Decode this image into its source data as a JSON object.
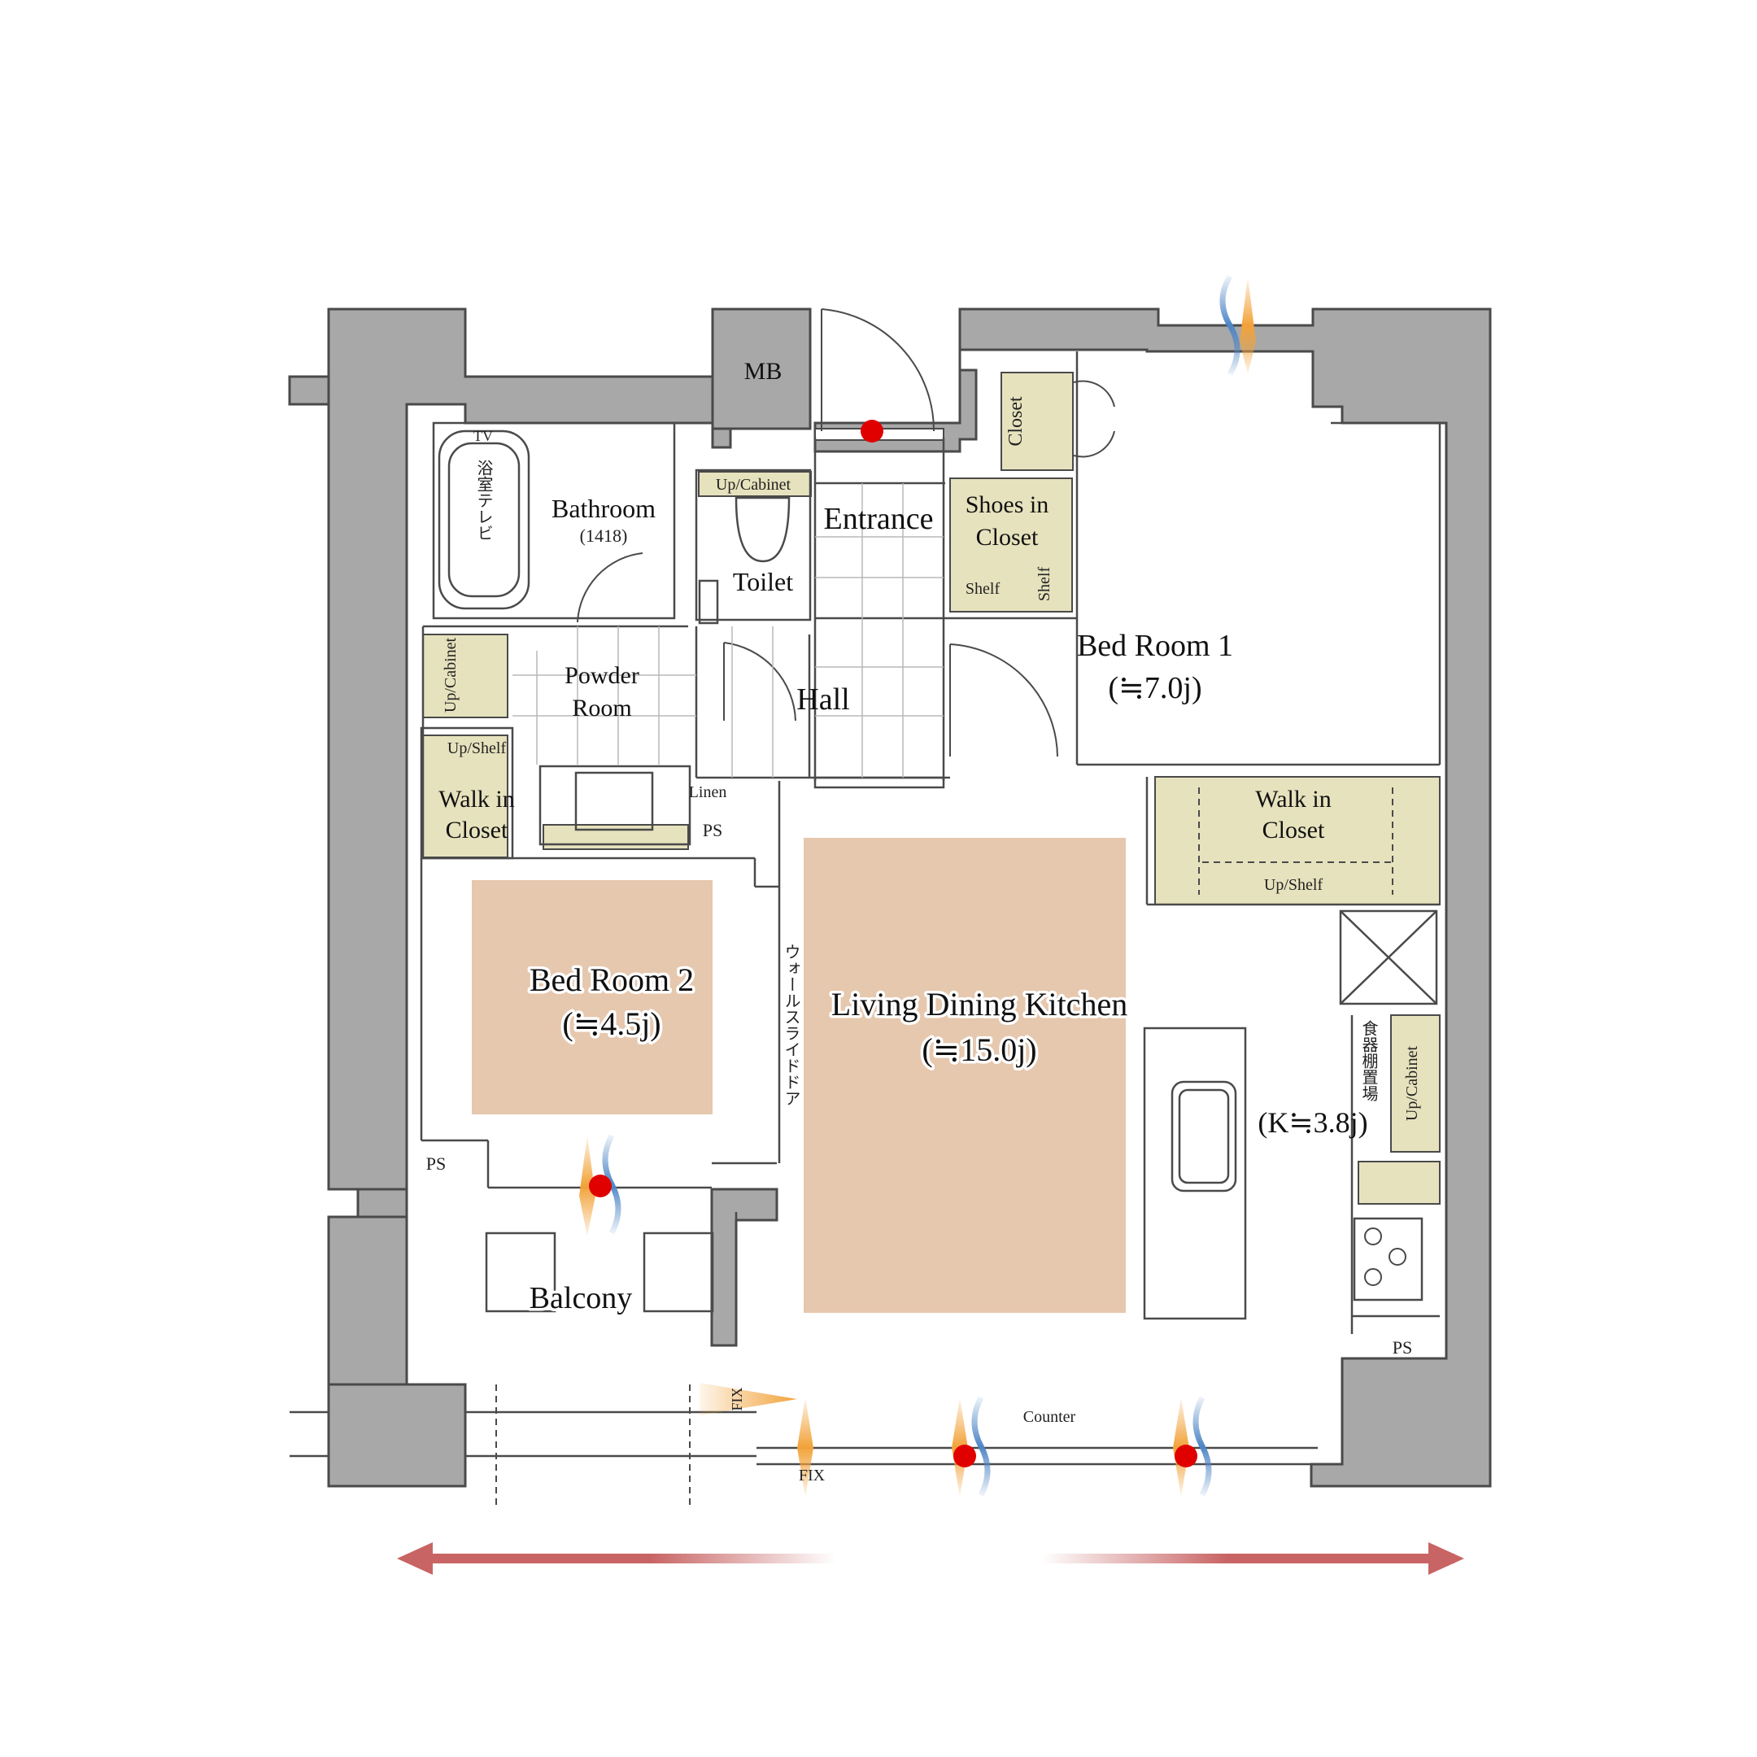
{
  "rooms": {
    "mb": "MB",
    "entrance": "Entrance",
    "bathroom": "Bathroom",
    "bathroom_size": "(1418)",
    "bath_tv": "TV",
    "bath_tv_note": "浴室テレビ",
    "toilet": "Toilet",
    "toilet_cabinet": "Up/Cabinet",
    "closet": "Closet",
    "shoes_closet_line1": "Shoes in",
    "shoes_closet_line2": "Closet",
    "shelf_a": "Shelf",
    "shelf_b": "Shelf",
    "bedroom1": "Bed Room 1",
    "bedroom1_area": "(≒7.0j)",
    "powder_line1": "Powder",
    "powder_line2": "Room",
    "powder_cabinet": "Up/Cabinet",
    "hall": "Hall",
    "linen": "Linen",
    "ps_center": "PS",
    "wic_left_shelf": "Up/Shelf",
    "wic_left_line1": "Walk in",
    "wic_left_line2": "Closet",
    "wic_right_line1": "Walk in",
    "wic_right_line2": "Closet",
    "wic_right_shelf": "Up/Shelf",
    "bedroom2": "Bed Room 2",
    "bedroom2_area": "(≒4.5j)",
    "wall_slide_door": "ウォールスライドドア",
    "ldk": "Living Dining Kitchen",
    "ldk_area": "(≒15.0j)",
    "dish_shelf": "食器棚置場",
    "kitchen_cabinet": "Up/Cabinet",
    "kitchen_area": "(K≒3.8j)",
    "ps_left": "PS",
    "ps_right": "PS",
    "balcony": "Balcony",
    "fix_side": "FIX",
    "fix_bottom": "FIX",
    "counter": "Counter"
  },
  "colors": {
    "wall": "#a8a8a8",
    "wall_outline": "#4a4a4a",
    "storage_fill": "#e6e2bd",
    "floor_highlight": "#e6c8ae",
    "marker": "#e00000",
    "airflow_blue": "#4f86c6",
    "airflow_orange": "#f2a33a",
    "dimension_arrow": "#c86464"
  }
}
